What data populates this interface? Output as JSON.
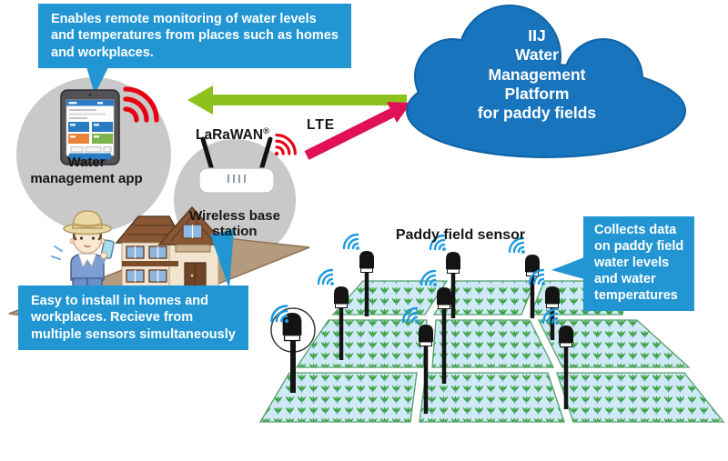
{
  "callouts": {
    "remote_monitoring": "Enables remote monitoring of water levels\nand temperatures from places such as homes\nand workplaces.",
    "easy_install": "Easy to install in homes and\nworkplaces. Recieve from\nmultiple sensors simultaneously",
    "collects_data": "Collects data\non paddy field\nwater levels\nand water\ntemperatures"
  },
  "cloud": {
    "title": "IIJ\nWater\nManagement\nPlatform\nfor paddy fields"
  },
  "labels": {
    "water_app": "Water\nmanagement app",
    "lorawan": "LaRaWAN",
    "trademark": "®",
    "lte": "LTE",
    "base_station": "Wireless base\nstation",
    "paddy_sensor": "Paddy field sensor"
  },
  "icons": {
    "cloud": "cloud-platform-icon",
    "wifi_red": "wifi-signal-icon",
    "wifi_blue": "wifi-signal-icon",
    "tablet": "tablet-app-icon",
    "router": "wireless-router-icon",
    "sensor": "paddy-field-sensor-icon",
    "house": "house-icon",
    "farmer": "farmer-icon"
  },
  "colors": {
    "callout_blue": "#2196d3",
    "cloud_blue": "#1874bc",
    "arrow_green": "#8dc21e",
    "arrow_pink": "#e01158",
    "wifi_red": "#e60012",
    "wifi_blue": "#1d9be3",
    "field_fill": "#cfe9f6",
    "field_border": "#55a06b",
    "plant_green": "#3aa13c"
  }
}
